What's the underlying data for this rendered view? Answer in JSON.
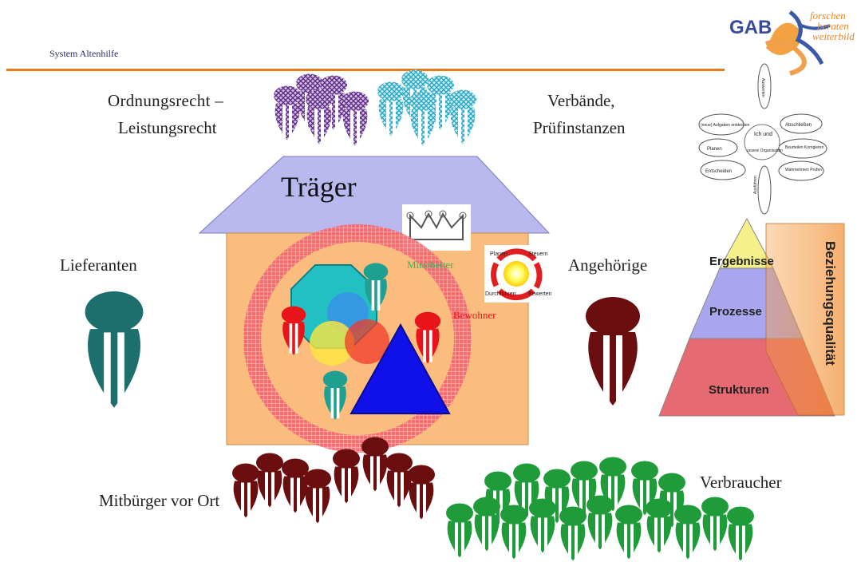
{
  "header": {
    "system_title": "System Altenhilfe",
    "logo": {
      "brand": "GAB",
      "tagline": [
        "forschen",
        "beraten",
        "weiterbild"
      ]
    }
  },
  "labels": {
    "ordnungsrecht_line1": "Ordnungsrecht –",
    "ordnungsrecht_line2": "Leistungsrecht",
    "verbaende_line1": "Verbände,",
    "verbaende_line2": "Prüfinstanzen",
    "traeger": "Träger",
    "lieferanten": "Lieferanten",
    "angehoerige": "Angehörige",
    "mitarbeiter": "Mitarbeiter",
    "bewohner": "Bewohner",
    "mitbuerger": "Mitbürger vor Ort",
    "verbraucher": "Verbraucher"
  },
  "cycle_small": {
    "items": [
      "Planen",
      "Steuern",
      "Durchführen",
      "Bewerten"
    ]
  },
  "flower": {
    "center_lines": [
      "Ich und",
      "unsere Organisation"
    ],
    "petals": [
      "Auswerten",
      "Abschließen",
      "Beurteilen Korrigieren",
      "Wahrnehmen Prüfen",
      "Ausführen",
      "Entscheiden",
      "Planen",
      "(neue) Aufgaben entdecken"
    ]
  },
  "pyramid": {
    "levels": [
      "Ergebnisse",
      "Prozesse",
      "Strukturen"
    ],
    "side_label": "Beziehungsqualität"
  },
  "colors": {
    "accent_line": "#e87a1e",
    "roof": "#b9b8ef",
    "house": "#fbbd7e",
    "target_ring": "#f0303a",
    "teal_person": "#1c6f6c",
    "maroon_person": "#6b0e10",
    "green_person": "#1f9b3a"
  }
}
